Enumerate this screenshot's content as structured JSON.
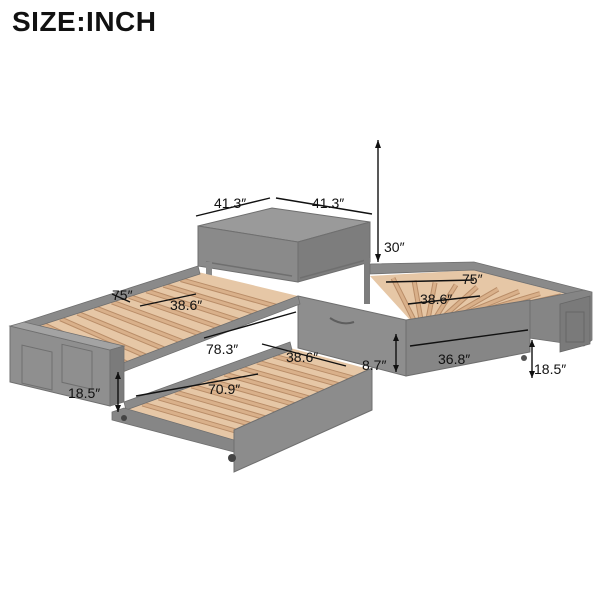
{
  "title": "SIZE:INCH",
  "colors": {
    "frame": "#8a8a8a",
    "frame_dark": "#6f6f6f",
    "frame_light": "#a3a3a3",
    "slat": "#d9b08a",
    "slat_edge": "#b98d68",
    "dim_line": "#111111"
  },
  "dimensions": {
    "cabinet_width_left": "41.3″",
    "cabinet_width_right": "41.3″",
    "cabinet_height": "30″",
    "left_bed_length": "75″",
    "left_bed_slat_width": "38.6″",
    "left_bed_side_length": "78.3″",
    "left_bed_height": "18.5″",
    "trundle_slat_width": "38.6″",
    "trundle_length": "70.9″",
    "trundle_height": "8.7″",
    "right_bed_length": "75″",
    "right_bed_slat_width": "38.6″",
    "right_bed_drawer_width": "36.8″",
    "right_bed_height": "18.5″"
  }
}
